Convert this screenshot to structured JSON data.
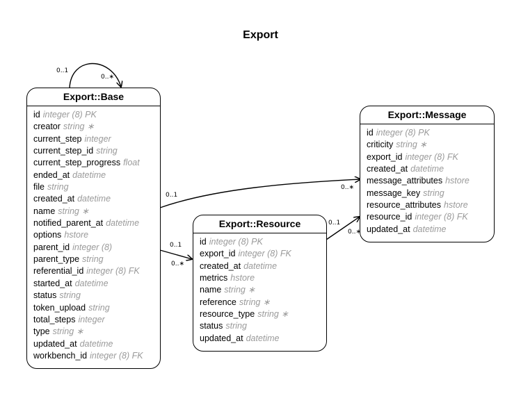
{
  "title": "Export",
  "entities": {
    "base": {
      "name": "Export::Base",
      "attributes": [
        {
          "name": "id",
          "type": "integer (8) PK"
        },
        {
          "name": "creator",
          "type": "string ∗"
        },
        {
          "name": "current_step",
          "type": "integer"
        },
        {
          "name": "current_step_id",
          "type": "string"
        },
        {
          "name": "current_step_progress",
          "type": "float"
        },
        {
          "name": "ended_at",
          "type": "datetime"
        },
        {
          "name": "file",
          "type": "string"
        },
        {
          "name": "created_at",
          "type": "datetime"
        },
        {
          "name": "name",
          "type": "string ∗"
        },
        {
          "name": "notified_parent_at",
          "type": "datetime"
        },
        {
          "name": "options",
          "type": "hstore"
        },
        {
          "name": "parent_id",
          "type": "integer (8)"
        },
        {
          "name": "parent_type",
          "type": "string"
        },
        {
          "name": "referential_id",
          "type": "integer (8) FK"
        },
        {
          "name": "started_at",
          "type": "datetime"
        },
        {
          "name": "status",
          "type": "string"
        },
        {
          "name": "token_upload",
          "type": "string"
        },
        {
          "name": "total_steps",
          "type": "integer"
        },
        {
          "name": "type",
          "type": "string ∗"
        },
        {
          "name": "updated_at",
          "type": "datetime"
        },
        {
          "name": "workbench_id",
          "type": "integer (8) FK"
        }
      ]
    },
    "message": {
      "name": "Export::Message",
      "attributes": [
        {
          "name": "id",
          "type": "integer (8) PK"
        },
        {
          "name": "criticity",
          "type": "string ∗"
        },
        {
          "name": "export_id",
          "type": "integer (8) FK"
        },
        {
          "name": "created_at",
          "type": "datetime"
        },
        {
          "name": "message_attributes",
          "type": "hstore"
        },
        {
          "name": "message_key",
          "type": "string"
        },
        {
          "name": "resource_attributes",
          "type": "hstore"
        },
        {
          "name": "resource_id",
          "type": "integer (8) FK"
        },
        {
          "name": "updated_at",
          "type": "datetime"
        }
      ]
    },
    "resource": {
      "name": "Export::Resource",
      "attributes": [
        {
          "name": "id",
          "type": "integer (8) PK"
        },
        {
          "name": "export_id",
          "type": "integer (8) FK"
        },
        {
          "name": "created_at",
          "type": "datetime"
        },
        {
          "name": "metrics",
          "type": "hstore"
        },
        {
          "name": "name",
          "type": "string ∗"
        },
        {
          "name": "reference",
          "type": "string ∗"
        },
        {
          "name": "resource_type",
          "type": "string ∗"
        },
        {
          "name": "status",
          "type": "string"
        },
        {
          "name": "updated_at",
          "type": "datetime"
        }
      ]
    }
  },
  "relationships": {
    "self_base": {
      "from_mult": "0..1",
      "to_mult": "0..∗"
    },
    "base_message": {
      "from_mult": "0..1",
      "to_mult": "0..∗"
    },
    "base_resource": {
      "from_mult": "0..1",
      "to_mult": "0..∗"
    },
    "resource_message": {
      "from_mult": "0..1",
      "to_mult": "0..∗"
    }
  }
}
